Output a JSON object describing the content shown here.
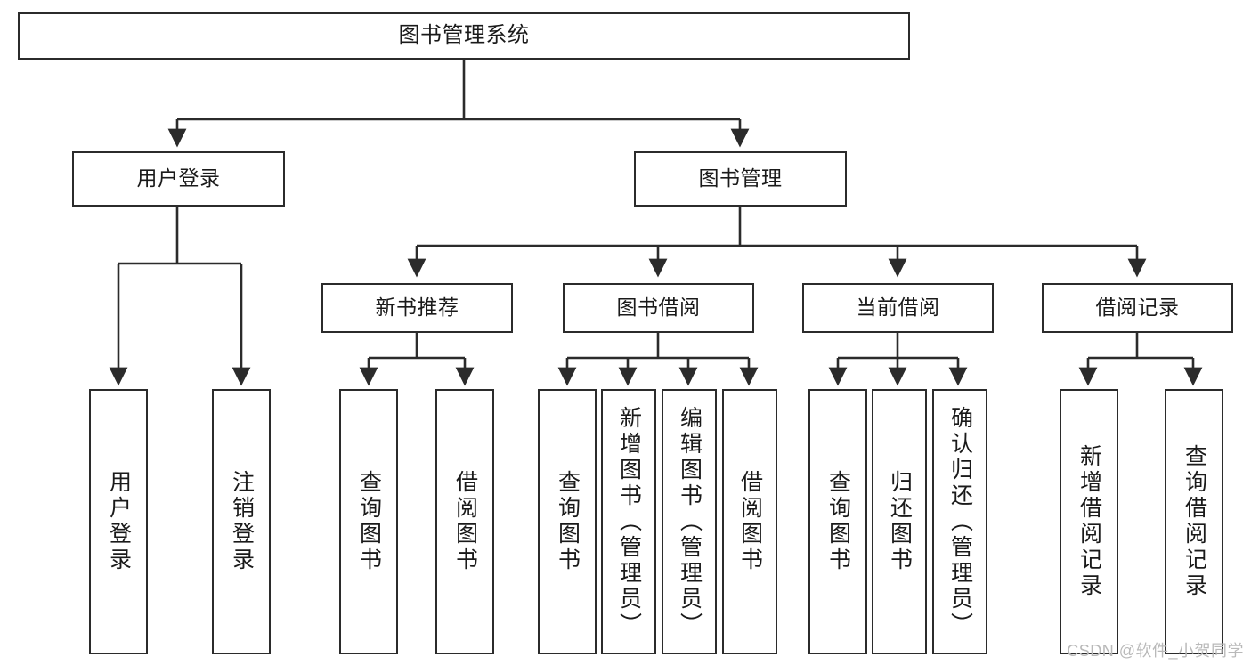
{
  "diagram": {
    "title": "图书管理系统",
    "type": "tree-hierarchy-diagram",
    "watermark": "CSDN @软件_小贺同学",
    "colors": {
      "border": "#2b2b2b",
      "background": "#ffffff",
      "text": "#1a1a1a",
      "watermark": "#b9b9b9"
    },
    "levels": {
      "root": {
        "label": "图书管理系统"
      },
      "level2": [
        {
          "label": "用户登录"
        },
        {
          "label": "图书管理"
        }
      ],
      "level3": [
        {
          "label": "新书推荐"
        },
        {
          "label": "图书借阅"
        },
        {
          "label": "当前借阅"
        },
        {
          "label": "借阅记录"
        }
      ],
      "leaves": {
        "user_login": [
          {
            "label": "用户登录"
          },
          {
            "label": "注销登录"
          }
        ],
        "new_book_recommend": [
          {
            "label": "查询图书"
          },
          {
            "label": "借阅图书"
          }
        ],
        "book_borrow": [
          {
            "label": "查询图书"
          },
          {
            "label": "新增图书（管理员）"
          },
          {
            "label": "编辑图书（管理员）"
          },
          {
            "label": "借阅图书"
          }
        ],
        "current_borrow": [
          {
            "label": "查询图书"
          },
          {
            "label": "归还图书"
          },
          {
            "label": "确认归还（管理员）"
          }
        ],
        "borrow_record": [
          {
            "label": "新增借阅记录"
          },
          {
            "label": "查询借阅记录"
          }
        ]
      }
    }
  }
}
